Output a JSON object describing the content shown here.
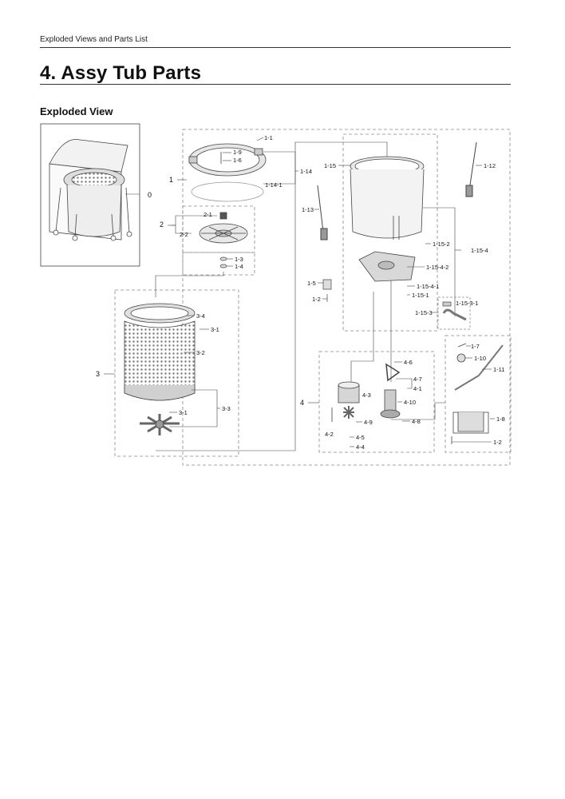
{
  "header": {
    "section": "Exploded Views and Parts List"
  },
  "title": "4.  Assy Tub Parts",
  "subtitle": "Exploded View",
  "callouts": {
    "p0": "0",
    "p1": "1",
    "p1_1": "1-1",
    "p1_9": "1-9",
    "p1_6": "1-6",
    "p1_14": "1-14",
    "p1_14_1": "1-14-1",
    "p2": "2",
    "p2_1": "2-1",
    "p2_2": "2-2",
    "p1_3": "1-3",
    "p1_4": "1-4",
    "p3": "3",
    "p3_4": "3-4",
    "p3_1a": "3-1",
    "p3_2": "3-2",
    "p3_3": "3-3",
    "p3_1b": "3-1",
    "p1_15": "1-15",
    "p1_12": "1-12",
    "p1_13": "1-13",
    "p1_15_2": "1-15-2",
    "p1_15_4": "1-15-4",
    "p1_15_4_2": "1-15-4-2",
    "p1_15_4_1": "1-15-4-1",
    "p1_15_1": "1-15-1",
    "p1_5": "1-5",
    "p1_2a": "1-2",
    "p1_15_3_1": "1-15-3-1",
    "p1_15_3": "1-15-3",
    "p4": "4",
    "p4_6": "4-6",
    "p4_7": "4-7",
    "p4_1": "4-1",
    "p4_3": "4-3",
    "p4_10": "4-10",
    "p4_8": "4-8",
    "p4_9": "4-9",
    "p4_2": "4-2",
    "p4_5": "4-5",
    "p4_4": "4-4",
    "p1_7": "1-7",
    "p1_10": "1-10",
    "p1_11": "1-11",
    "p1_8": "1-8",
    "p1_2b": "1-2"
  }
}
